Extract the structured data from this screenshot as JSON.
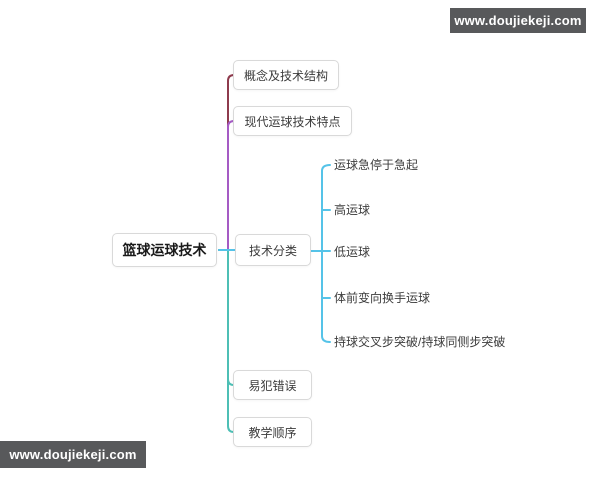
{
  "watermarks": {
    "text": "www.doujiekeji.com",
    "bg": "#58595b",
    "fg": "#ffffff"
  },
  "mindmap": {
    "root": {
      "label": "篮球运球技术"
    },
    "branches": [
      {
        "label": "概念及技术结构",
        "color": "#8e3b4d"
      },
      {
        "label": "现代运球技术特点",
        "color": "#a55bc4"
      },
      {
        "label": "技术分类",
        "color": "#55c3e8",
        "children": [
          "运球急停于急起",
          "高运球",
          "低运球",
          "体前变向换手运球",
          "持球交叉步突破/持球同侧步突破"
        ]
      },
      {
        "label": "易犯错误",
        "color": "#4dbfb5"
      },
      {
        "label": "教学顺序",
        "color": "#4dbfb5"
      }
    ]
  }
}
